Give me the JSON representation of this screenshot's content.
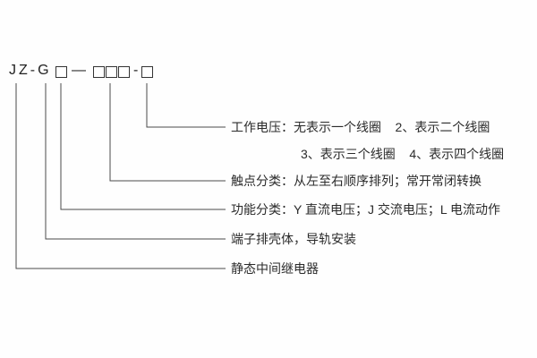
{
  "model_code": {
    "prefix": "JZ-G",
    "separator": "—",
    "hyphen": "-"
  },
  "annotations": {
    "working_voltage_line1": "工作电压：无表示一个线圈    2、表示二个线圈",
    "working_voltage_line2": "3、表示三个线圈    4、表示四个线圈",
    "contact_category": "触点分类：从左至右顺序排列；常开常闭转换",
    "function_category": "功能分类：Y 直流电压；J 交流电压；L 电流动作",
    "housing": "端子排壳体，导轨安装",
    "relay_type": "静态中间继电器"
  },
  "colors": {
    "background": "#fefefe",
    "text": "#2b2b2b",
    "line": "#4a4a4a"
  }
}
